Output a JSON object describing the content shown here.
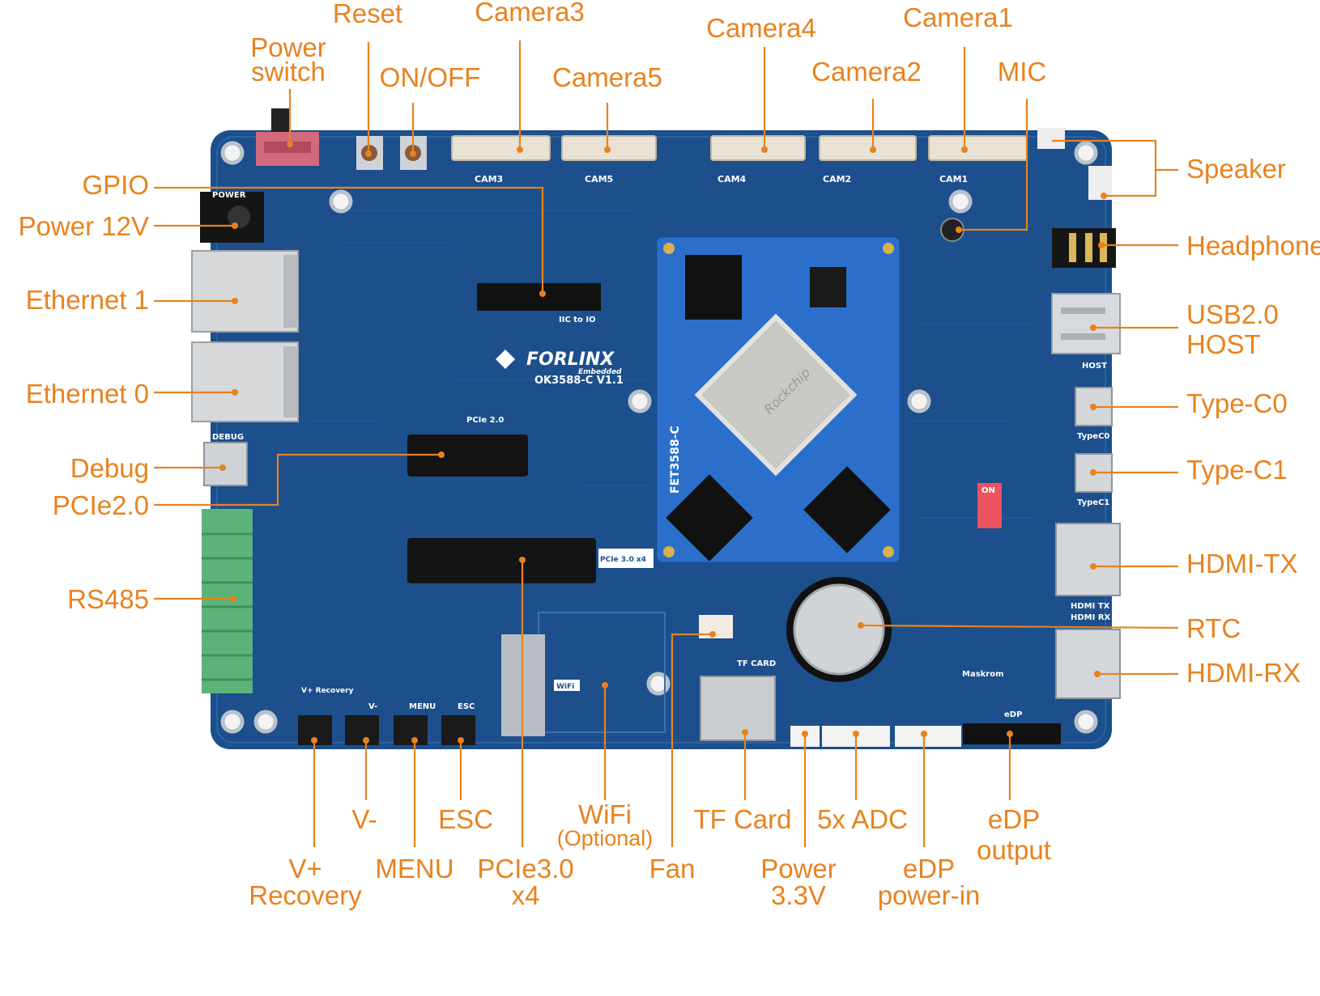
{
  "title": "OK3588-C board interface diagram",
  "colors": {
    "accent": "#e8821e",
    "board": "#1c4f8c",
    "som": "#2c6fca"
  },
  "board_text": {
    "brand": "FORLINX",
    "brand_sub": "Embedded",
    "model": "OK3588-C V1.1",
    "som_model": "FET3588-C",
    "chip_brand": "Rockchip",
    "cam3": "CAM3",
    "cam5": "CAM5",
    "cam4": "CAM4",
    "cam2": "CAM2",
    "cam1": "CAM1",
    "pcie2": "PCIe 2.0",
    "pcie3": "PCIe 3.0 x4",
    "tfcard": "TF CARD",
    "wifi": "WiFi",
    "host": "HOST",
    "typec0": "TypeC0",
    "typec1": "TypeC1",
    "hdmitx": "HDMI TX",
    "hdmirx": "HDMI RX",
    "debug": "DEBUG",
    "power": "POWER",
    "menu": "MENU",
    "esc": "ESC",
    "vminus": "V-",
    "vplus": "V+ Recovery",
    "iic": "IIC to IO",
    "maskrom": "Maskrom",
    "edp": "eDP",
    "on": "ON"
  },
  "labels": {
    "reset": "Reset",
    "power_switch": [
      "Power",
      "switch"
    ],
    "camera3": "Camera3",
    "on_off": "ON/OFF",
    "camera5": "Camera5",
    "camera4": "Camera4",
    "camera2": "Camera2",
    "camera1": "Camera1",
    "mic": "MIC",
    "speaker": "Speaker",
    "headphone": "Headphone",
    "usb_host": [
      "USB2.0",
      "HOST"
    ],
    "type_c0": "Type-C0",
    "type_c1": "Type-C1",
    "hdmi_tx": "HDMI-TX",
    "rtc": "RTC",
    "hdmi_rx": "HDMI-RX",
    "gpio": "GPIO",
    "power_12v": "Power 12V",
    "ethernet1": "Ethernet 1",
    "ethernet0": "Ethernet 0",
    "debug": "Debug",
    "pcie2": "PCIe2.0",
    "rs485": "RS485",
    "v_minus": "V-",
    "esc": "ESC",
    "wifi": [
      "WiFi",
      "(Optional)"
    ],
    "tf_card": "TF Card",
    "adc": "5x ADC",
    "edp_output": [
      "eDP",
      "output"
    ],
    "v_plus": [
      "V+",
      "Recovery"
    ],
    "menu": "MENU",
    "pcie3": [
      "PCIe3.0",
      "x4"
    ],
    "fan": "Fan",
    "power_33v": [
      "Power",
      "3.3V"
    ],
    "edp_power": [
      "eDP",
      "power-in"
    ]
  }
}
